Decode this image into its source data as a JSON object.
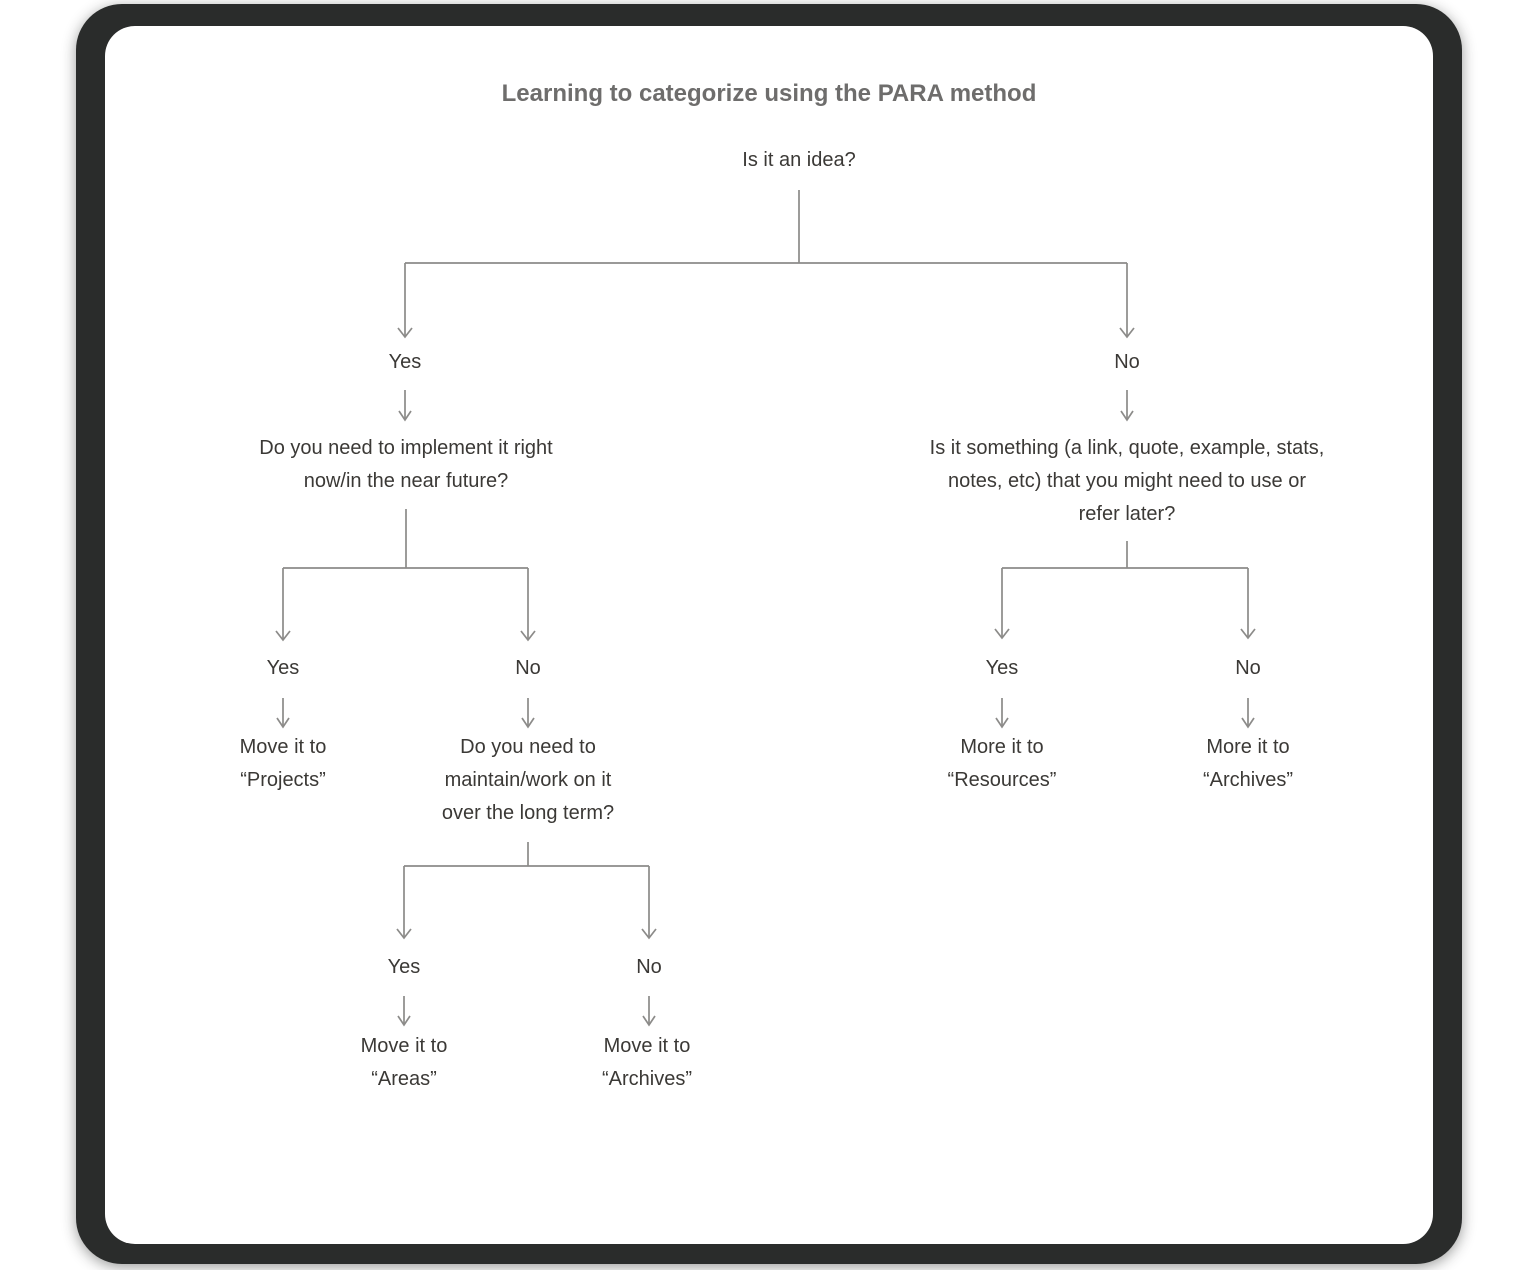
{
  "title": "Learning to categorize using the PARA method",
  "colors": {
    "frame": "#2a2c2b",
    "card": "#ffffff",
    "title_text": "#6e6d6c",
    "node_text": "#3b3936",
    "connector_line": "#8c8b89"
  },
  "flowchart": {
    "root": {
      "question": "Is it an idea?"
    },
    "idea_yes": {
      "label": "Yes",
      "question": "Do you need to implement it right\nnow/in the near future?",
      "implement_yes": {
        "label": "Yes",
        "result": "Move it to\n“Projects”"
      },
      "implement_no": {
        "label": "No",
        "question": "Do you need to\nmaintain/work on it\nover the long term?",
        "maintain_yes": {
          "label": "Yes",
          "result": "Move it to\n“Areas”"
        },
        "maintain_no": {
          "label": "No",
          "result": "Move it to\n“Archives”"
        }
      }
    },
    "idea_no": {
      "label": "No",
      "question": "Is it something (a link, quote, example, stats,\nnotes, etc) that you might need to use or\nrefer later?",
      "refer_yes": {
        "label": "Yes",
        "result": "More it to\n“Resources”"
      },
      "refer_no": {
        "label": "No",
        "result": "More it to\n“Archives”"
      }
    }
  }
}
